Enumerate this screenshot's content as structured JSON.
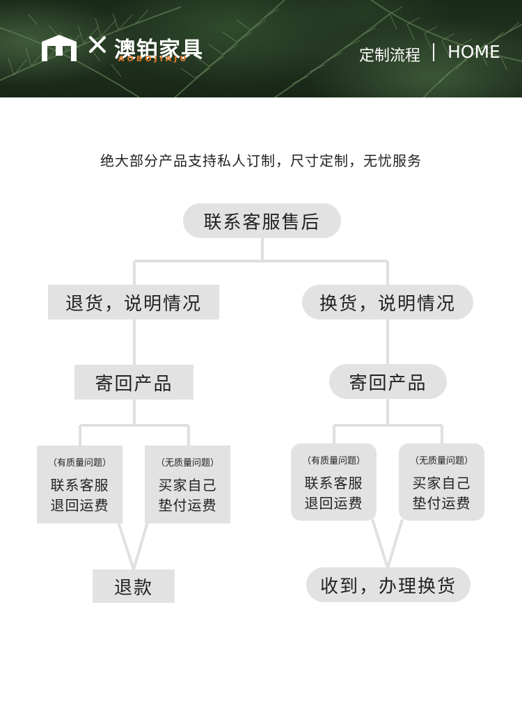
{
  "header": {
    "brand_name": "澳铂家具",
    "brand_sub": "AOBOJIAJU",
    "nav_custom": "定制流程",
    "nav_home": "HOME",
    "icons": [
      "logo-table-icon",
      "close-x-icon"
    ]
  },
  "intro": "绝大部分产品支持私人订制，尺寸定制，无忧服务",
  "flow": {
    "start": "联系客服售后",
    "left": {
      "title": "退货，说明情况",
      "step": "寄回产品",
      "quality": {
        "note": "（有质量问题）",
        "line1": "联系客服",
        "line2": "退回运费"
      },
      "no_quality": {
        "note": "（无质量问题）",
        "line1": "买家自己",
        "line2": "垫付运费"
      },
      "result": "退款"
    },
    "right": {
      "title": "换货，说明情况",
      "step": "寄回产品",
      "quality": {
        "note": "（有质量问题）",
        "line1": "联系客服",
        "line2": "退回运费"
      },
      "no_quality": {
        "note": "（无质量问题）",
        "line1": "买家自己",
        "line2": "垫付运费"
      },
      "result": "收到，办理换货"
    }
  },
  "colors": {
    "node_bg": "#e2e2e2",
    "connector": "#e0e0e0",
    "brand_accent": "#e07a2a"
  }
}
